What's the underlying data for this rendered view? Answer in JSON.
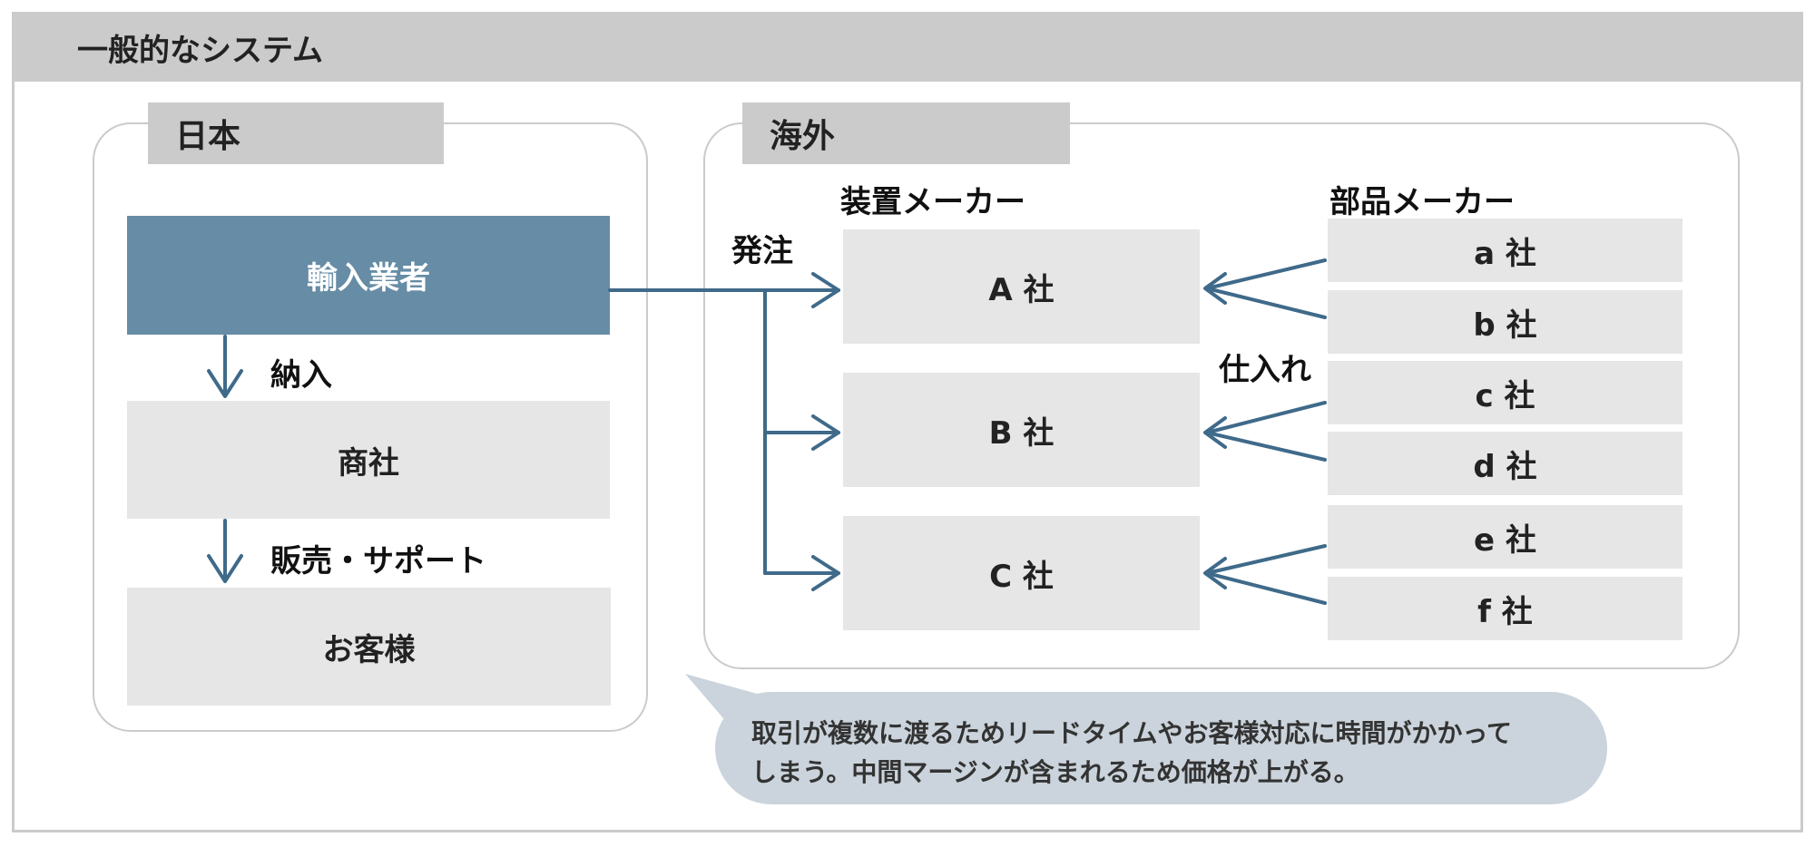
{
  "header": {
    "title": "一般的なシステム"
  },
  "japan": {
    "tab": "日本",
    "importer": "輸入業者",
    "step1_label": "納入",
    "trading": "商社",
    "step2_label": "販売・サポート",
    "customer": "お客様"
  },
  "overseas": {
    "tab": "海外",
    "order_label": "発注",
    "device_heading": "装置メーカー",
    "parts_heading": "部品メーカー",
    "purchase_label": "仕入れ",
    "device_makers": [
      "A 社",
      "B 社",
      "C 社"
    ],
    "parts_makers": [
      "a 社",
      "b 社",
      "c 社",
      "d 社",
      "e 社",
      "f 社"
    ]
  },
  "note": {
    "line1": "取引が複数に渡るためリードタイムやお客様対応に時間がかかって",
    "line2": "しまう。中間マージンが含まれるため価格が上がる。"
  },
  "colors": {
    "accent": "#668ca6",
    "arrow": "#3f6a8a",
    "box": "#e6e6e6",
    "header": "#cbcbcb",
    "bubble": "#cbd4dc"
  }
}
